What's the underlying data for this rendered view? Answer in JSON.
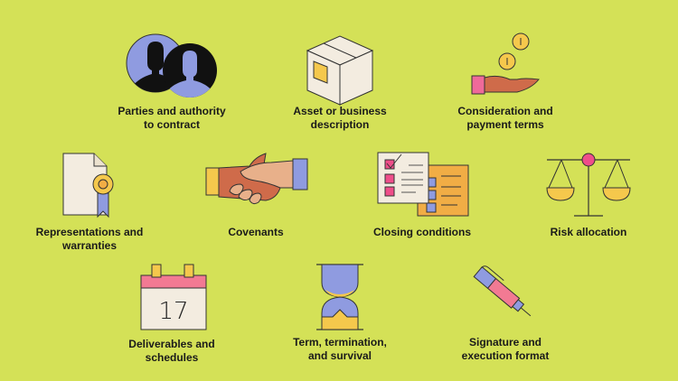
{
  "colors": {
    "background": "#d4e157",
    "lavender": "#8f9be0",
    "black": "#111111",
    "cream": "#f3ece0",
    "yellow": "#f5c84c",
    "pink": "#ef4e8a",
    "terracotta": "#cf6b4a",
    "skin": "#e8b08a",
    "orange": "#f1ad45",
    "outline": "#3a3a2a"
  },
  "items": [
    {
      "id": "parties",
      "icon": "people-icon",
      "label_lines": [
        "Parties and authority",
        "to contract"
      ]
    },
    {
      "id": "asset",
      "icon": "box-icon",
      "label_lines": [
        "Asset or business",
        "description"
      ]
    },
    {
      "id": "consideration",
      "icon": "hand-coins-icon",
      "label_lines": [
        "Consideration and",
        "payment terms"
      ]
    },
    {
      "id": "representations",
      "icon": "certificate-icon",
      "label_lines": [
        "Representations and",
        "warranties"
      ]
    },
    {
      "id": "covenants",
      "icon": "handshake-icon",
      "label_lines": [
        "Covenants"
      ]
    },
    {
      "id": "closing",
      "icon": "checklist-icon",
      "label_lines": [
        "Closing conditions"
      ]
    },
    {
      "id": "risk",
      "icon": "scales-icon",
      "label_lines": [
        "Risk allocation"
      ]
    },
    {
      "id": "deliverables",
      "icon": "calendar-icon",
      "label_lines": [
        "Deliverables and",
        "schedules"
      ],
      "calendar_day": "17"
    },
    {
      "id": "term",
      "icon": "hourglass-icon",
      "label_lines": [
        "Term, termination,",
        "and survival"
      ]
    },
    {
      "id": "signature",
      "icon": "pen-icon",
      "label_lines": [
        "Signature and",
        "execution format"
      ]
    }
  ]
}
